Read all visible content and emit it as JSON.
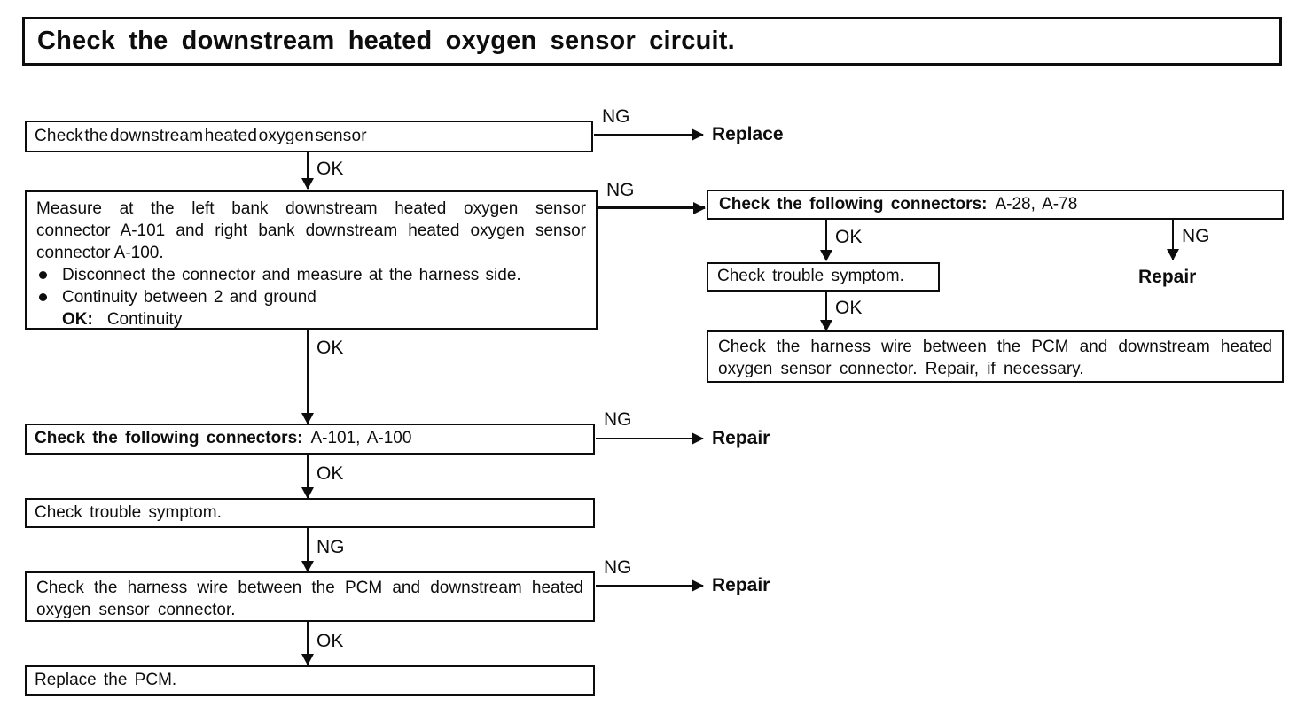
{
  "title": "Check the downstream heated oxygen sensor circuit.",
  "labels": {
    "ok": "OK",
    "ng": "NG",
    "replace": "Replace",
    "repair": "Repair"
  },
  "nodes": {
    "check_sensor": "Check the downstream heated oxygen sensor",
    "measure": {
      "lines": [
        "Measure at the left bank downstream heated oxygen sensor",
        "connector A-101 and right bank downstream heated oxygen sensor",
        "connector A-100."
      ],
      "bullets": [
        "Disconnect the connector and measure at the harness side.",
        "Continuity between 2 and ground"
      ],
      "ok_key": "OK:",
      "ok_value": "Continuity"
    },
    "connectors_right": {
      "bold": "Check the following connectors:",
      "value": "A-28, A-78"
    },
    "trouble_right": "Check trouble symptom.",
    "harness_right": {
      "lines": [
        "Check the harness wire between the PCM and downstream heated",
        "oxygen sensor connector. Repair, if necessary."
      ]
    },
    "connectors_left": {
      "bold": "Check the following connectors:",
      "value": "A-101, A-100"
    },
    "trouble_left": "Check trouble symptom.",
    "harness_left": {
      "lines": [
        "Check the harness wire between the PCM and downstream heated",
        "oxygen sensor connector."
      ]
    },
    "replace_pcm": "Replace the PCM."
  }
}
